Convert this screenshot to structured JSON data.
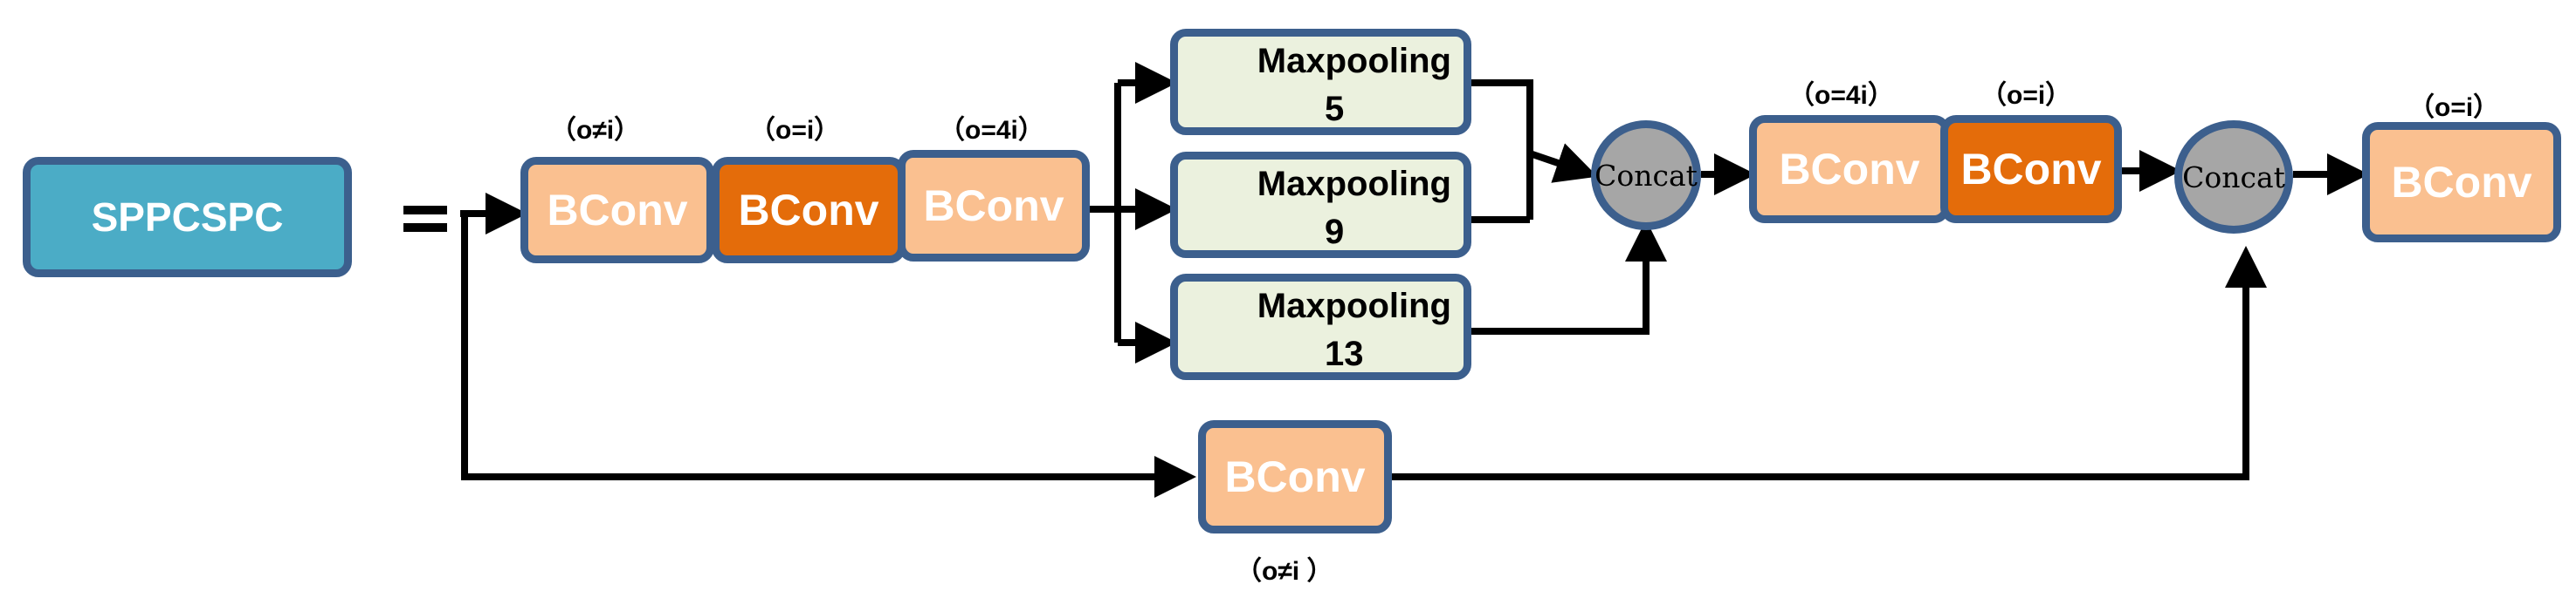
{
  "sppcspc": {
    "label": "SPPCSPC"
  },
  "main_branch": [
    {
      "label": "BConv",
      "anno": "（o≠i）"
    },
    {
      "label": "BConv",
      "anno": "（o=i）"
    },
    {
      "label": "BConv",
      "anno": "（o=4i）"
    }
  ],
  "maxpool": [
    {
      "label": "Maxpooling",
      "size": "5"
    },
    {
      "label": "Maxpooling",
      "size": "9"
    },
    {
      "label": "Maxpooling",
      "size": "13"
    }
  ],
  "concat_1": {
    "label": "Concat"
  },
  "post_concat": [
    {
      "label": "BConv",
      "anno": "（o=4i）"
    },
    {
      "label": "BConv",
      "anno": "（o=i）"
    }
  ],
  "concat_2": {
    "label": "Concat"
  },
  "final_bconv": {
    "label": "BConv",
    "anno": "（o=i）"
  },
  "shortcut_bconv": {
    "label": "BConv",
    "anno": "（o≠i ）"
  },
  "colors": {
    "border": "#3c5f8d",
    "bconv_light": "#fac090",
    "bconv_dark": "#e46c0a",
    "sppcspc": "#4bacc6",
    "maxpool": "#ebf1de",
    "concat": "#a6a6a6",
    "arrow": "#000000"
  }
}
